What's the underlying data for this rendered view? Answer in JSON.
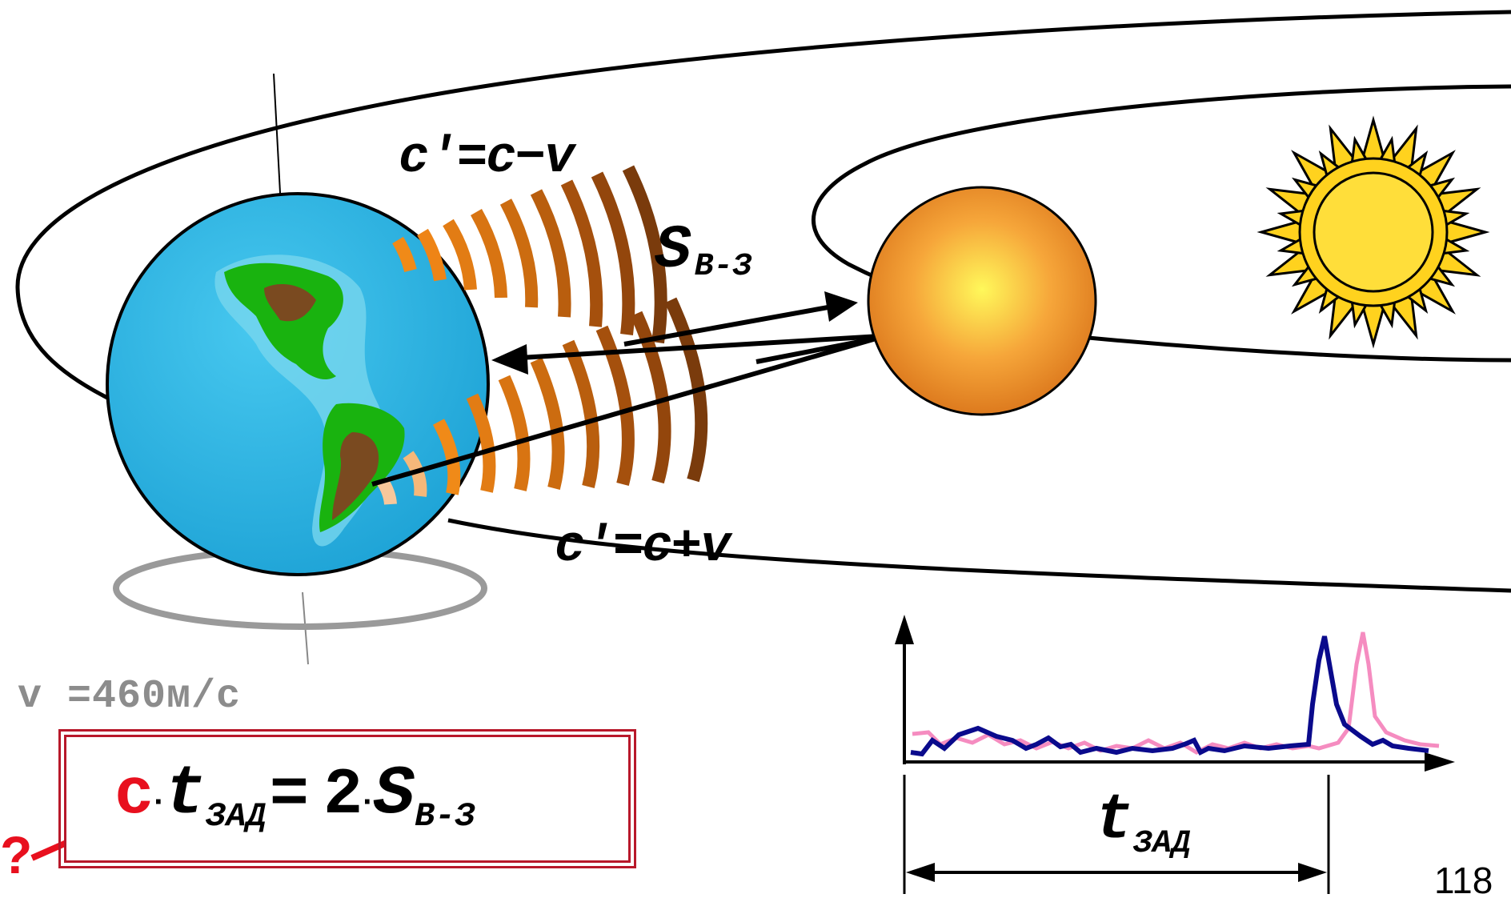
{
  "labels": {
    "c_minus": "c′=c−v",
    "c_plus": "c′=c+v",
    "s_main": "S",
    "s_sub": "В-З",
    "velocity": "v =460м/с",
    "page_number": "118",
    "question_mark": "?"
  },
  "formula": {
    "c": "c",
    "dot1": "·",
    "t": "t",
    "t_sub": "ЗАД",
    "eq": "=",
    "two": "2",
    "dot2": "·",
    "s": "S",
    "s_sub": "В-З"
  },
  "graph": {
    "t_label": "t",
    "t_sub": "ЗАД"
  },
  "colors": {
    "earth_ocean": "#39b6e0",
    "land_green": "#19b30f",
    "land_brown": "#7a4a20",
    "wave_dark": "#7a3b0c",
    "wave_orange": "#f08a18",
    "wave_light": "#f7c79b",
    "venus_center": "#ffee55",
    "venus_edge": "#e07b1c",
    "sun_fill": "#ffd21e",
    "formula_red": "#e8101e",
    "box_border": "#b8182a",
    "signal_blue": "#0a0a8c",
    "signal_pink": "#f58cc0",
    "velocity_gray": "#8c8c8c"
  }
}
